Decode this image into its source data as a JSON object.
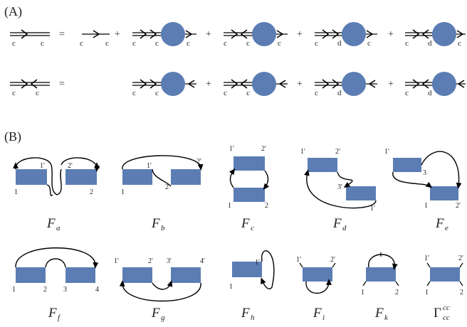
{
  "section_a": {
    "label": "(A)",
    "row1": {
      "lhs_labels": [
        "c",
        "c"
      ],
      "equals": "=",
      "term1_labels": [
        "c",
        "c"
      ],
      "plus": "+",
      "term2_labels": [
        "c",
        "c",
        "c"
      ],
      "term3_labels": [
        "c",
        "c",
        "c"
      ],
      "term4_labels": [
        "c",
        "d",
        "c"
      ],
      "term5_labels": [
        "c",
        "d",
        "c"
      ]
    },
    "row2": {
      "lhs_labels": [
        "c",
        "c"
      ],
      "equals": "=",
      "plus": "+",
      "term2_labels": [
        "c",
        "c"
      ],
      "term3_labels": [
        "c",
        "c"
      ],
      "term4_labels": [
        "c",
        "d"
      ],
      "term5_labels": [
        "c",
        "d"
      ]
    }
  },
  "section_b": {
    "label": "(B)",
    "diagrams": [
      {
        "name": "F",
        "sub": "a",
        "ports": [
          "1",
          "1'",
          "2'",
          "2"
        ]
      },
      {
        "name": "F",
        "sub": "b",
        "ports": [
          "1",
          "1'",
          "2",
          "2'"
        ]
      },
      {
        "name": "F",
        "sub": "c",
        "ports": [
          "1'",
          "2'",
          "1",
          "2"
        ]
      },
      {
        "name": "F",
        "sub": "d",
        "ports": [
          "1'",
          "2'",
          "3'",
          "1'"
        ]
      },
      {
        "name": "F",
        "sub": "e",
        "ports": [
          "1'",
          "3",
          "1",
          "2'"
        ]
      },
      {
        "name": "F",
        "sub": "f",
        "ports": [
          "1",
          "2",
          "3",
          "4"
        ]
      },
      {
        "name": "F",
        "sub": "g",
        "ports": [
          "1'",
          "2'",
          "3'",
          "4'"
        ]
      },
      {
        "name": "F",
        "sub": "h",
        "ports": [
          "1",
          "1'"
        ]
      },
      {
        "name": "F",
        "sub": "i",
        "ports": [
          "1'",
          "2'"
        ]
      },
      {
        "name": "F",
        "sub": "k",
        "ports": [
          "1",
          "2"
        ]
      },
      {
        "name": "Γ",
        "sub": "cc",
        "sup": "cc",
        "ports": [
          "1'",
          "2'",
          "1",
          "2"
        ]
      }
    ]
  },
  "colors": {
    "box": "#5b7db4",
    "line": "#000000"
  }
}
